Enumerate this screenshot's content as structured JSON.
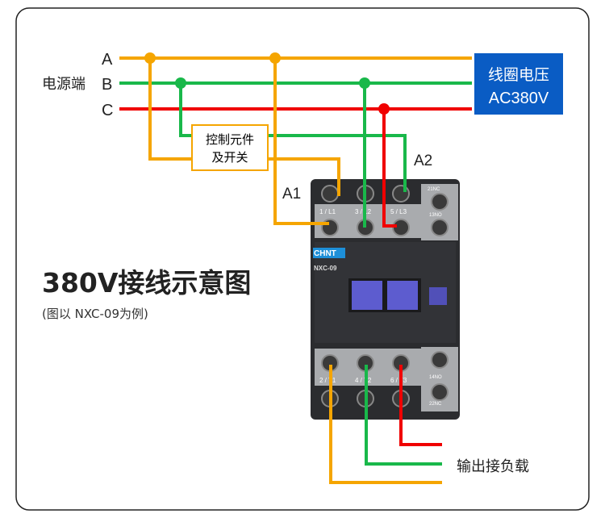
{
  "source_label": "电源端",
  "phases": [
    {
      "label": "A",
      "color": "#f5a500"
    },
    {
      "label": "B",
      "color": "#19b84a"
    },
    {
      "label": "C",
      "color": "#f00000"
    }
  ],
  "control_box": {
    "line1": "控制元件",
    "line2": "及开关"
  },
  "coil_box": {
    "line1": "线圈电压",
    "line2": "AC380V",
    "color": "#0a5cc4"
  },
  "coil_terminals": {
    "a1": "A1",
    "a2": "A2"
  },
  "title": "380V接线示意图",
  "subtitle": "(图以 NXC-09为例)",
  "output_label": "输出接负载",
  "contactor": {
    "brand": "CHNT",
    "model": "NXC-09",
    "top_terminals": [
      "1 / L1",
      "3 / L2",
      "5 / L3"
    ],
    "bottom_terminals": [
      "2 / T1",
      "4 / T2",
      "6 / T3"
    ],
    "aux_top": [
      "21NC",
      "13NO"
    ],
    "aux_bottom": [
      "14NO",
      "22NC"
    ]
  }
}
